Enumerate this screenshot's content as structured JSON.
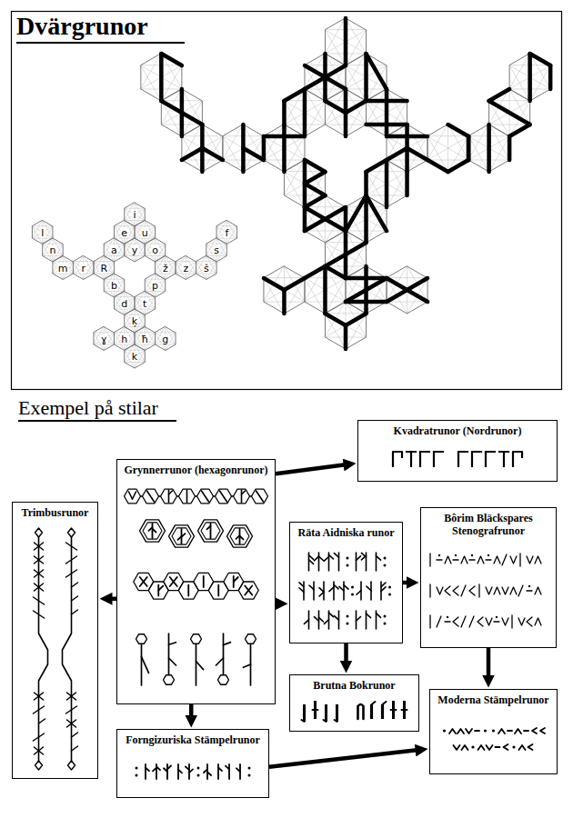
{
  "diagram": {
    "title": "Dvärgrunor",
    "nodes": [
      {
        "text": [
          "Kvadratrunor (Nordrunor)"
        ]
      },
      {
        "text": [
          "Grynnerrunor (hexagonrunor)"
        ]
      },
      {
        "text": [
          "Trimbusrunor"
        ]
      },
      {
        "text": [
          "Räta Aidniska runor"
        ]
      },
      {
        "text": [
          "Bôrim Bläckspares Stenografrunor"
        ]
      },
      {
        "text": [
          "Brutna Bokrunor"
        ]
      },
      {
        "text": [
          "Moderna Stämpelrunor"
        ]
      },
      {
        "text": [
          "Forngizuriska Stämpelrunor"
        ]
      }
    ],
    "edges": [
      {
        "from": 1,
        "to": 0,
        "arrow": "to"
      },
      {
        "from": 1,
        "to": 2,
        "arrow": "to"
      },
      {
        "from": 1,
        "to": 3,
        "arrow": "to"
      },
      {
        "from": 1,
        "to": 7,
        "arrow": "to"
      },
      {
        "from": 3,
        "to": 4,
        "arrow": "to"
      },
      {
        "from": 3,
        "to": 5,
        "arrow": "to"
      },
      {
        "from": 4,
        "to": 6,
        "arrow": "to"
      },
      {
        "from": 7,
        "to": 6,
        "arrow": "to"
      }
    ],
    "labels": [
      "Exempel på stilar",
      "i",
      "l",
      "e",
      "u",
      "f",
      "n",
      "a",
      "y",
      "o",
      "s",
      "m",
      "r",
      "R",
      "ž",
      "z",
      "š",
      "b",
      "p",
      "d",
      "t",
      "ķ",
      "ɣ",
      "h",
      "ħ",
      "g",
      "k"
    ]
  }
}
